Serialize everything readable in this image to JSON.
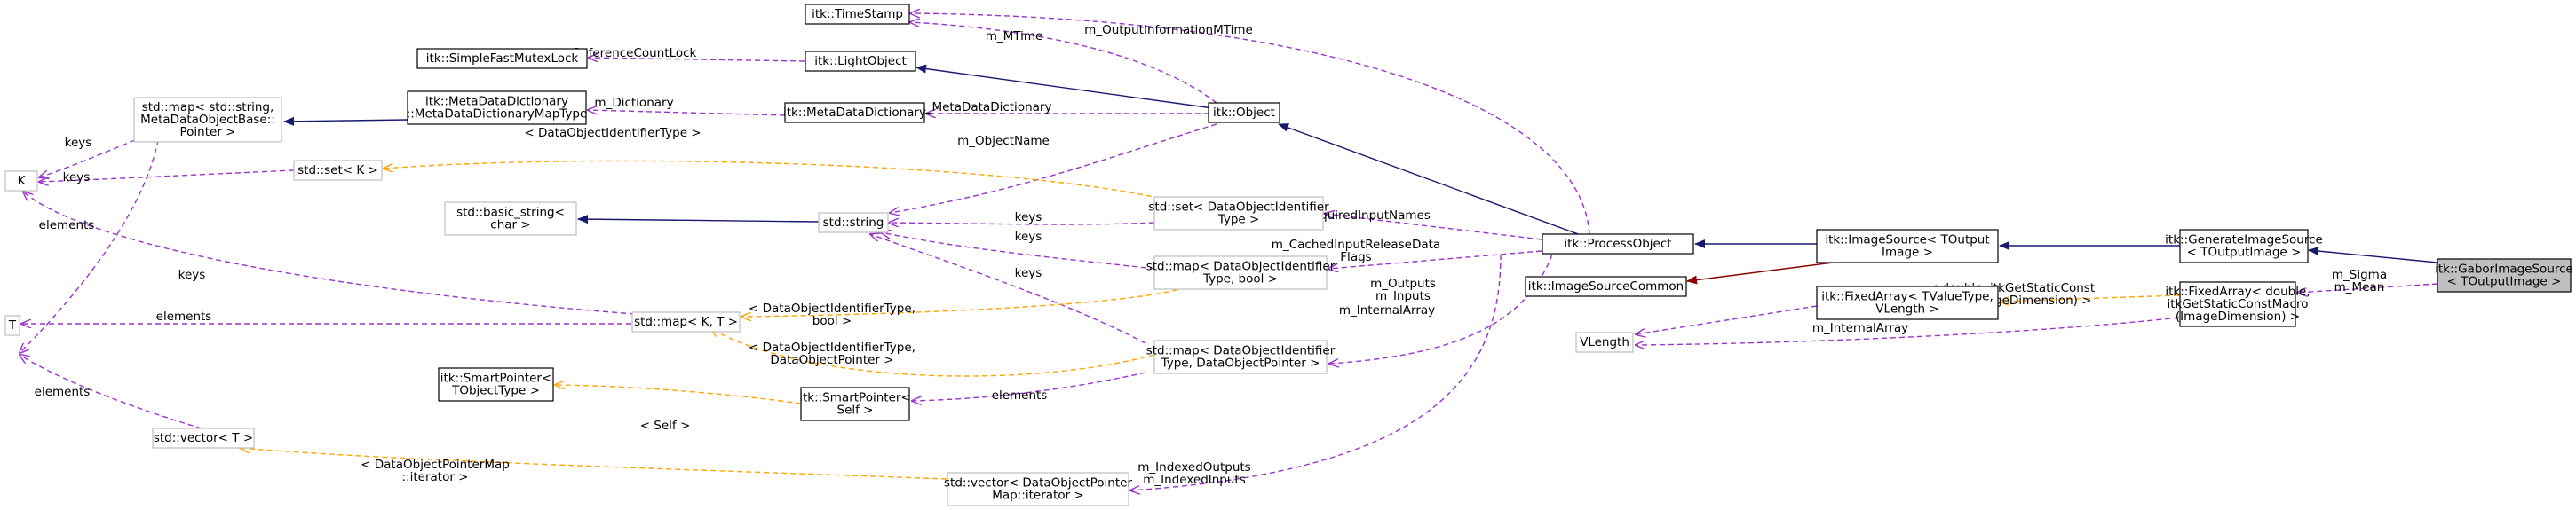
{
  "nodes": {
    "timestamp": {
      "lines": [
        "itk::TimeStamp"
      ]
    },
    "fastmutex": {
      "lines": [
        "itk::SimpleFastMutexLock"
      ]
    },
    "lightobject": {
      "lines": [
        "itk::LightObject"
      ]
    },
    "mdd_maptype": {
      "lines": [
        "itk::MetaDataDictionary",
        "::MetaDataDictionaryMapType"
      ]
    },
    "mdd": {
      "lines": [
        "itk::MetaDataDictionary"
      ]
    },
    "object": {
      "lines": [
        "itk::Object"
      ]
    },
    "stdmap_string": {
      "lines": [
        "std::map< std::string,",
        "MetaDataObjectBase::",
        "Pointer >"
      ]
    },
    "k": {
      "lines": [
        "K"
      ]
    },
    "stdset_k": {
      "lines": [
        "std::set< K >"
      ]
    },
    "basic_string": {
      "lines": [
        "std::basic_string<",
        "char >"
      ]
    },
    "stdstring": {
      "lines": [
        "std::string"
      ]
    },
    "stdset_doit": {
      "lines": [
        "std::set< DataObjectIdentifier",
        "Type >"
      ]
    },
    "stdmap_doit_bool": {
      "lines": [
        "std::map< DataObjectIdentifier",
        "Type, bool >"
      ]
    },
    "processobject": {
      "lines": [
        "itk::ProcessObject"
      ]
    },
    "imagesource": {
      "lines": [
        "itk::ImageSource< TOutput",
        "Image >"
      ]
    },
    "generateimagesource": {
      "lines": [
        "itk::GenerateImageSource",
        "< TOutputImage >"
      ]
    },
    "gaborimagesource": {
      "lines": [
        "itk::GaborImageSource",
        "< TOutputImage >"
      ]
    },
    "imagesourcecommon": {
      "lines": [
        "itk::ImageSourceCommon"
      ]
    },
    "t": {
      "lines": [
        "T"
      ]
    },
    "stdmap_kt": {
      "lines": [
        "std::map< K, T >"
      ]
    },
    "fixedarray_tvalue": {
      "lines": [
        "itk::FixedArray< TValueType,",
        "VLength >"
      ]
    },
    "vlength": {
      "lines": [
        "VLength"
      ]
    },
    "fixedarray_double": {
      "lines": [
        "itk::FixedArray< double,",
        "itkGetStaticConstMacro",
        "(ImageDimension) >"
      ]
    },
    "stdmap_doit_ptr": {
      "lines": [
        "std::map< DataObjectIdentifier",
        "Type, DataObjectPointer >"
      ]
    },
    "smartptr_tobj": {
      "lines": [
        "itk::SmartPointer<",
        "TObjectType >"
      ]
    },
    "smartptr_self": {
      "lines": [
        "itk::SmartPointer<",
        "Self >"
      ]
    },
    "stdvector_t": {
      "lines": [
        "std::vector< T >"
      ]
    },
    "stdvector_dop": {
      "lines": [
        "std::vector< DataObjectPointer",
        "Map::iterator >"
      ]
    }
  },
  "edge_labels": {
    "m_outputinformationmtime": [
      "m_OutputInformationMTime"
    ],
    "m_mtime": [
      "m_MTime"
    ],
    "m_referencecountlock": [
      "m_ReferenceCountLock"
    ],
    "m_metadatadictionary": [
      "m_MetaDataDictionary"
    ],
    "m_dictionary": [
      "m_Dictionary"
    ],
    "keys_stdmap_k": [
      "keys"
    ],
    "keys_stdset_k": [
      "keys"
    ],
    "doit_type": [
      "< DataObjectIdentifierType >"
    ],
    "m_objectname": [
      "m_ObjectName"
    ],
    "elements_stdmap_t": [
      "elements"
    ],
    "keys_stdset_string": [
      "keys"
    ],
    "m_requiredinputnames": [
      "m_RequiredInputNames"
    ],
    "keys_mapbool_string": [
      "keys"
    ],
    "m_cachedinputreleasedataflags": [
      "m_CachedInputReleaseData",
      "Flags"
    ],
    "keys_mapkt_k": [
      "keys"
    ],
    "keys_mapptr_string": [
      "keys"
    ],
    "m_outputs_inputs": [
      "m_Outputs",
      "m_Inputs"
    ],
    "elements_mapkt_t": [
      "elements"
    ],
    "doit_bool": [
      "< DataObjectIdentifierType,",
      "bool >"
    ],
    "doit_ptr": [
      "< DataObjectIdentifierType,",
      "DataObjectPointer >"
    ],
    "m_internalarray_1": [
      "m_InternalArray"
    ],
    "m_internalarray_2": [
      "m_InternalArray"
    ],
    "double_macro": [
      "< double, itkGetStaticConst",
      "Macro(ImageDimension) >"
    ],
    "m_sigma_mean": [
      "m_Sigma",
      "m_Mean"
    ],
    "elements_vector_t": [
      "elements"
    ],
    "elements_smartptr": [
      "elements"
    ],
    "self": [
      "< Self >"
    ],
    "dop_iterator": [
      "< DataObjectPointerMap",
      "::iterator >"
    ],
    "m_indexed": [
      "m_IndexedOutputs",
      "m_IndexedInputs"
    ]
  },
  "colors": {
    "inheritance": "#191970",
    "private_inheritance": "#8b0000",
    "usage": "#9a32cd",
    "template": "#ffa500",
    "documented_border": "#000000",
    "undocumented_border": "#bfbfbf",
    "focus_fill": "#bfbfbf"
  }
}
